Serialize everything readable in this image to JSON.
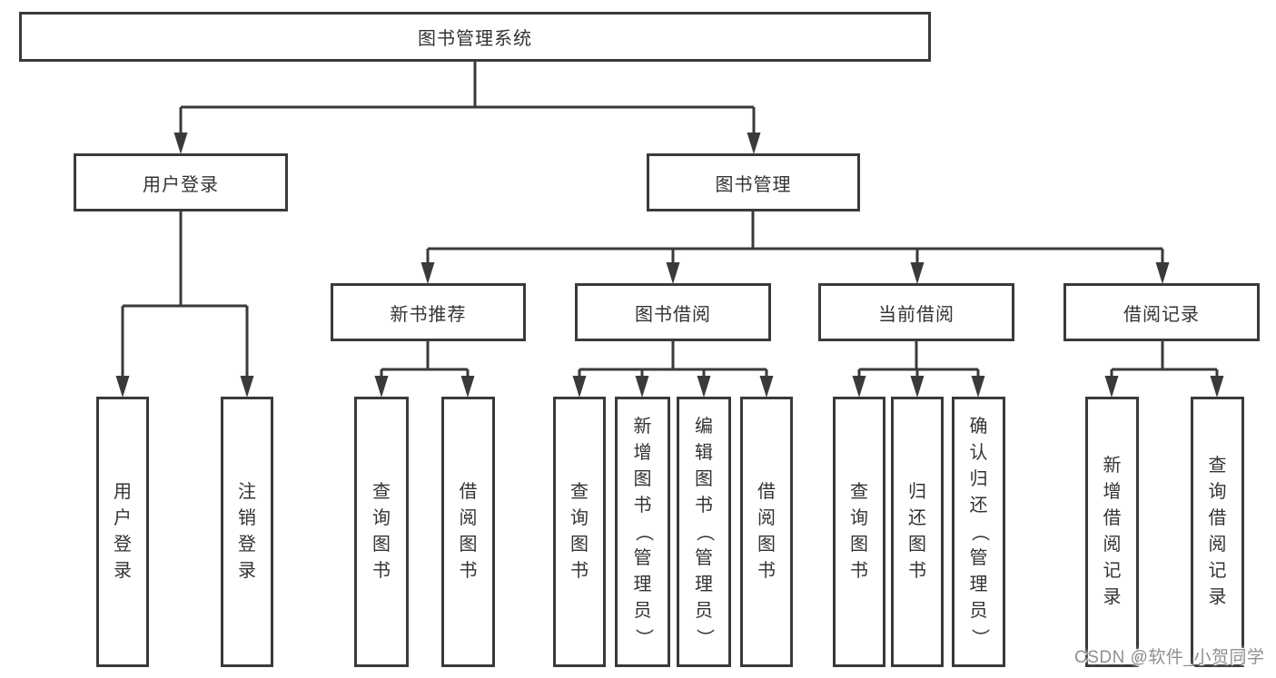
{
  "diagram_title": "图书管理系统",
  "tree": {
    "root": "图书管理系统",
    "children": [
      {
        "label": "用户登录",
        "children": [
          "用户登录",
          "注销登录"
        ]
      },
      {
        "label": "图书管理",
        "children": [
          {
            "label": "新书推荐",
            "children": [
              "查询图书",
              "借阅图书"
            ]
          },
          {
            "label": "图书借阅",
            "children": [
              "查询图书",
              "新增图书（管理员）",
              "编辑图书（管理员）",
              "借阅图书"
            ]
          },
          {
            "label": "当前借阅",
            "children": [
              "查询图书",
              "归还图书",
              "确认归还（管理员）"
            ]
          },
          {
            "label": "借阅记录",
            "children": [
              "新增借阅记录",
              "查询借阅记录"
            ]
          }
        ]
      }
    ]
  },
  "watermark": "CSDN @软件_小贺同学",
  "colors": {
    "line": "#3a3a3a",
    "box_border": "#3a3a3a",
    "text": "#333333",
    "background": "#ffffff",
    "watermark": "#8f8f8f"
  }
}
